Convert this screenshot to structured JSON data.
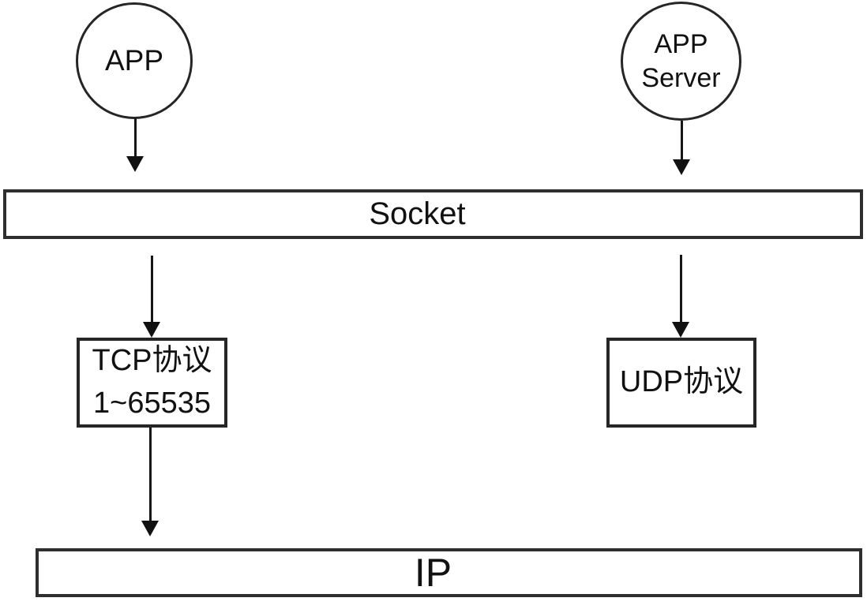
{
  "diagram": {
    "background": "#ffffff",
    "stroke_color": "#262626",
    "text_color": "#111111",
    "nodes": {
      "app": {
        "label": "APP"
      },
      "app_server": {
        "line1": "APP",
        "line2": "Server"
      },
      "socket": {
        "label": "Socket"
      },
      "tcp": {
        "line1": "TCP协议",
        "line2": "1~65535"
      },
      "udp": {
        "label": "UDP协议"
      },
      "ip": {
        "label": "IP"
      }
    },
    "edges": [
      {
        "from": "app",
        "to": "socket"
      },
      {
        "from": "app_server",
        "to": "socket"
      },
      {
        "from": "socket",
        "to": "tcp"
      },
      {
        "from": "socket",
        "to": "udp"
      },
      {
        "from": "tcp",
        "to": "ip"
      }
    ]
  }
}
